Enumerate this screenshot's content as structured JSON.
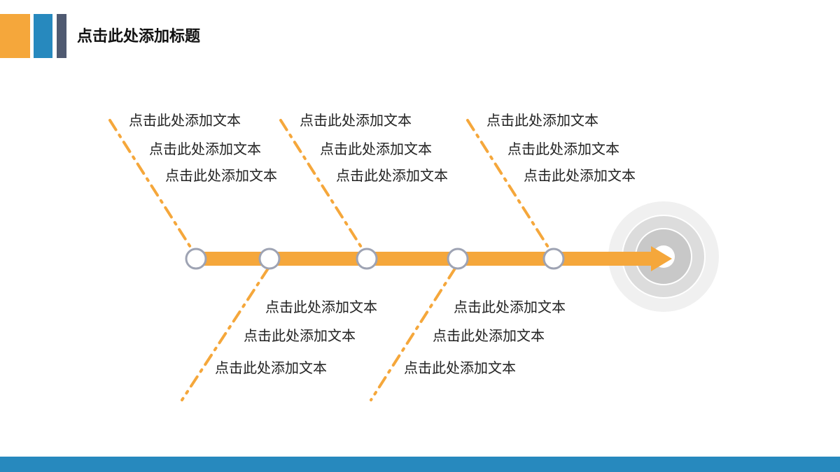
{
  "header": {
    "title": "点击此处添加标题",
    "blocks": [
      {
        "name": "orange-block",
        "color": "#F5A73B"
      },
      {
        "name": "blue-block",
        "color": "#2789BE"
      },
      {
        "name": "slate-block",
        "color": "#4F5A71"
      }
    ]
  },
  "colors": {
    "accent": "#F5A73B",
    "node_stroke": "#9EA3B3",
    "bottom_bar": "#2789BE"
  },
  "fishbone": {
    "upper_branches": [
      {
        "labels": [
          "点击此处添加文本",
          "点击此处添加文本",
          "点击此处添加文本"
        ]
      },
      {
        "labels": [
          "点击此处添加文本",
          "点击此处添加文本",
          "点击此处添加文本"
        ]
      },
      {
        "labels": [
          "点击此处添加文本",
          "点击此处添加文本",
          "点击此处添加文本"
        ]
      }
    ],
    "lower_branches": [
      {
        "labels": [
          "点击此处添加文本",
          "点击此处添加文本",
          "点击此处添加文本"
        ]
      },
      {
        "labels": [
          "点击此处添加文本",
          "点击此处添加文本",
          "点击此处添加文本"
        ]
      }
    ],
    "nodes": 5,
    "target_icon": "target-icon"
  }
}
